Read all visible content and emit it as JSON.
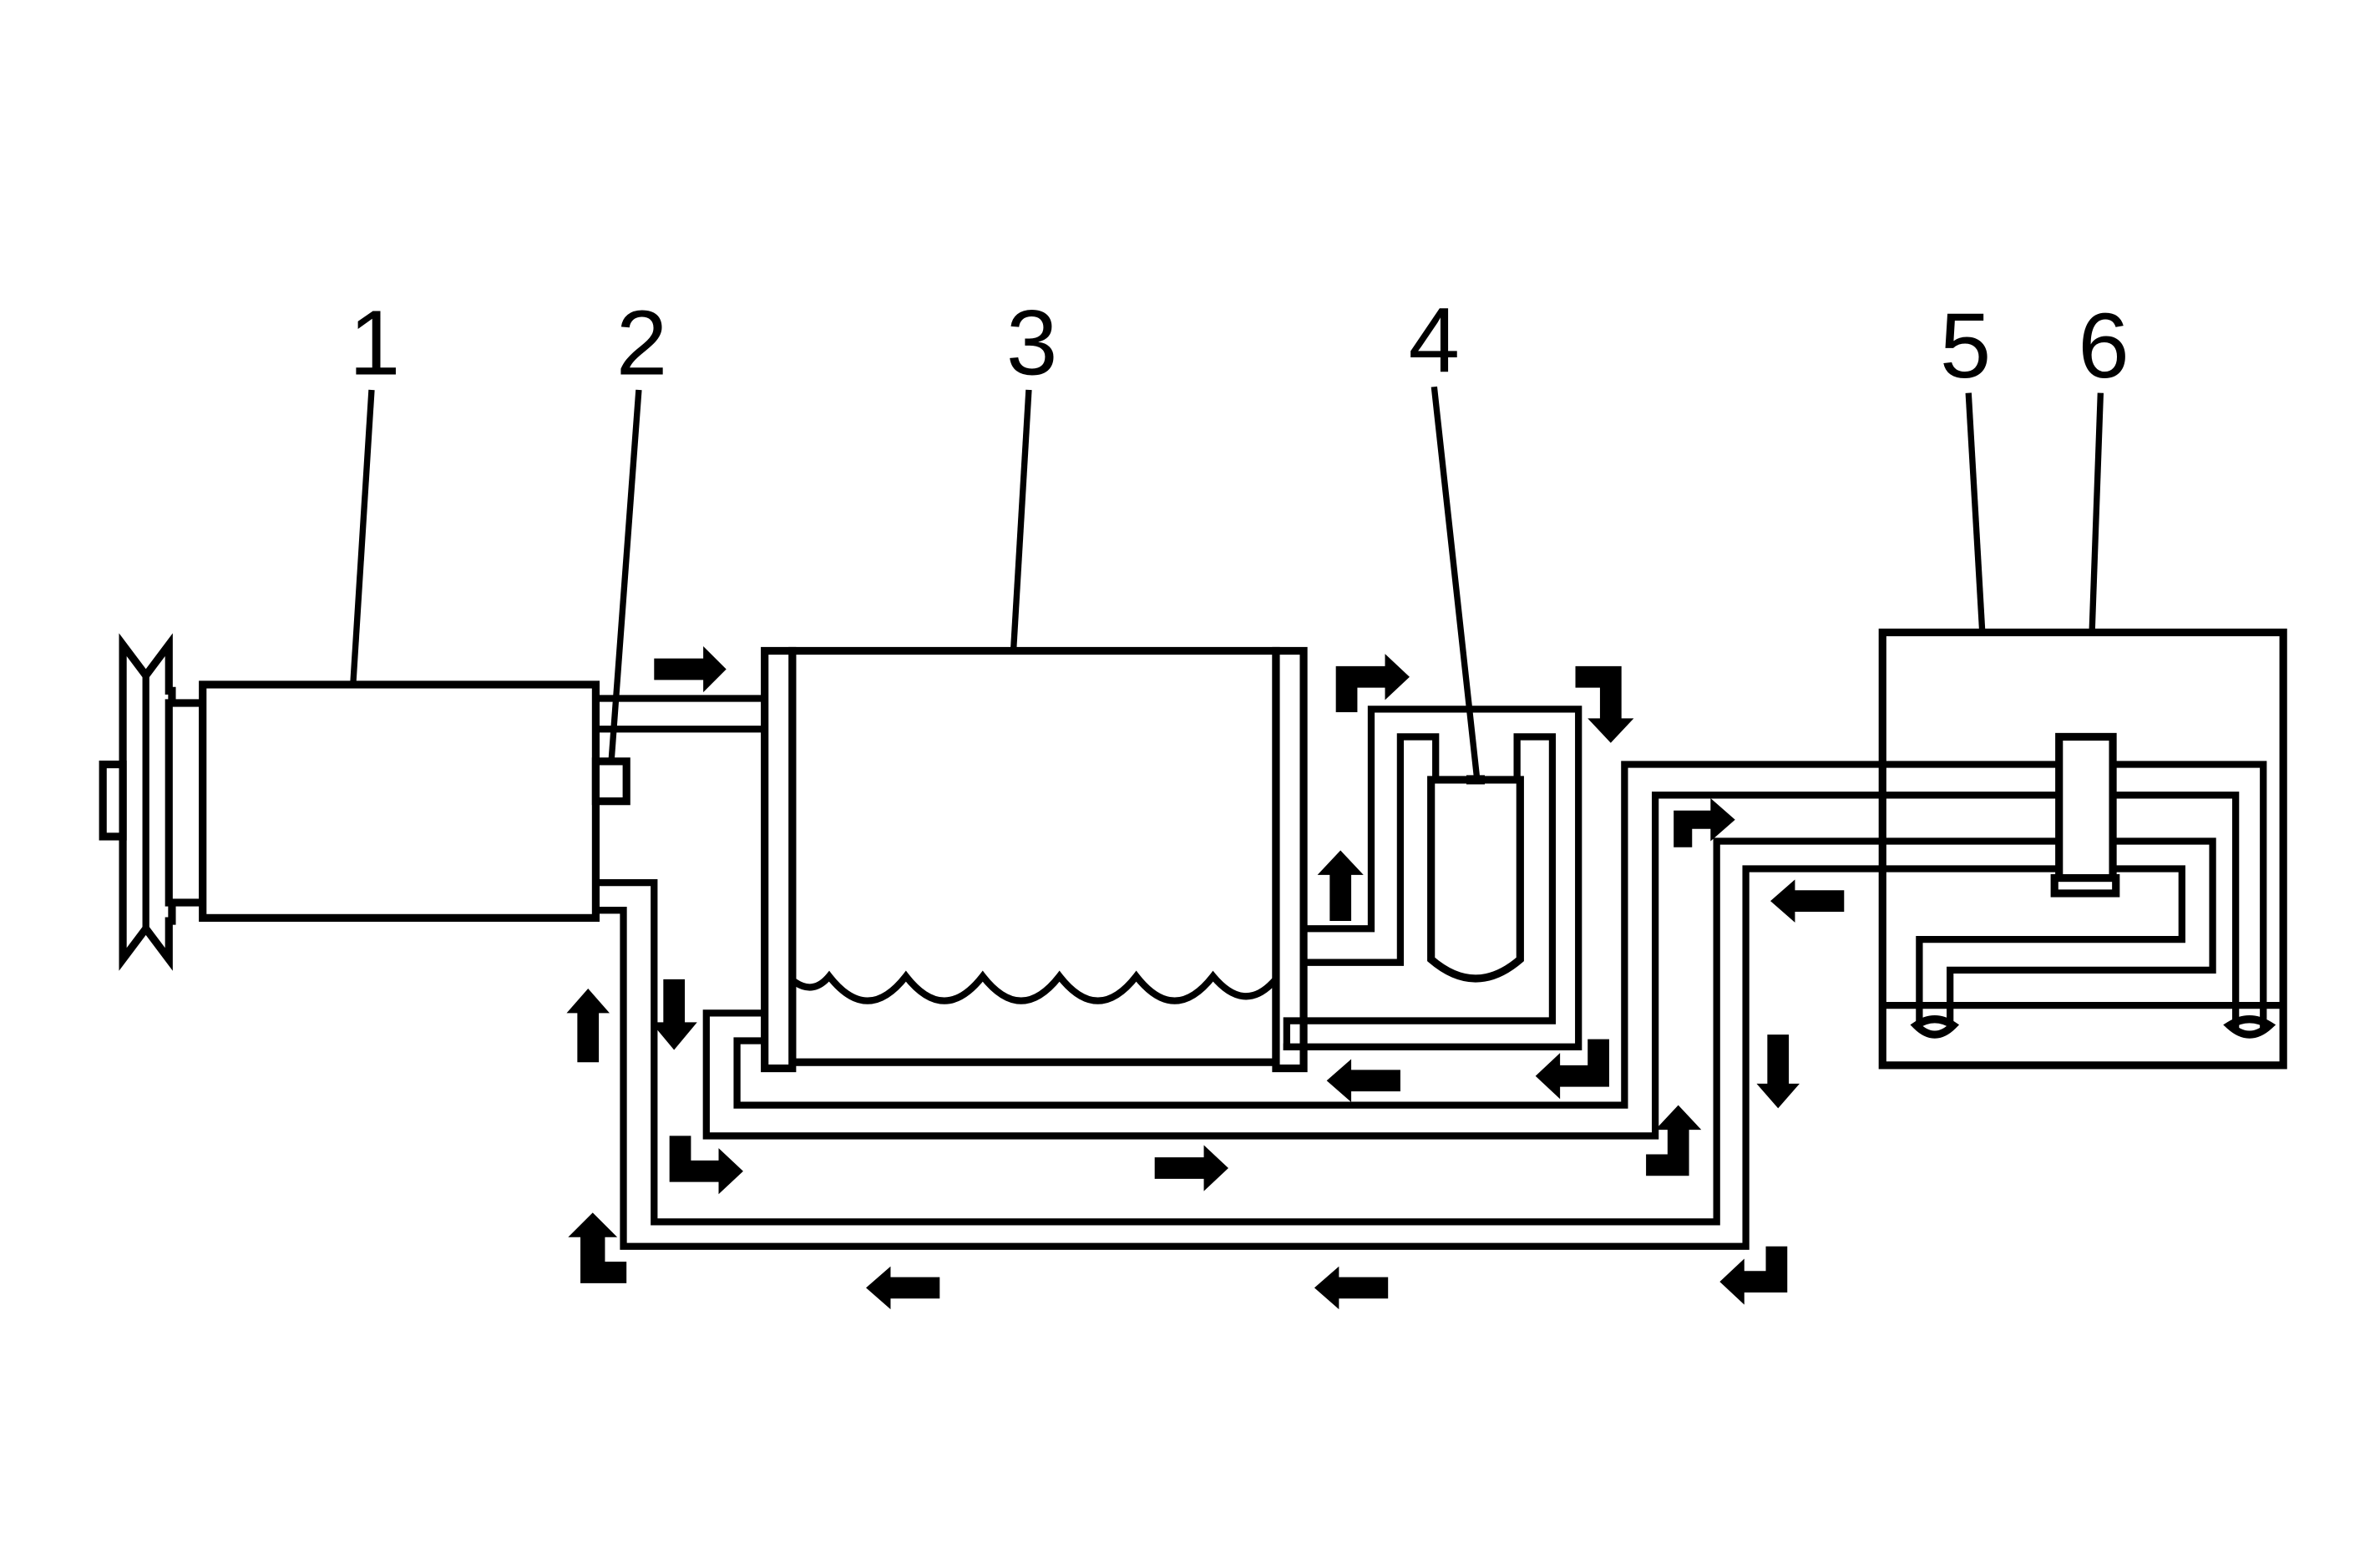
{
  "callouts": [
    {
      "id": "1"
    },
    {
      "id": "2"
    },
    {
      "id": "3"
    },
    {
      "id": "4"
    },
    {
      "id": "5"
    },
    {
      "id": "6"
    }
  ],
  "colors": {
    "line": "#000000",
    "background": "#ffffff"
  }
}
